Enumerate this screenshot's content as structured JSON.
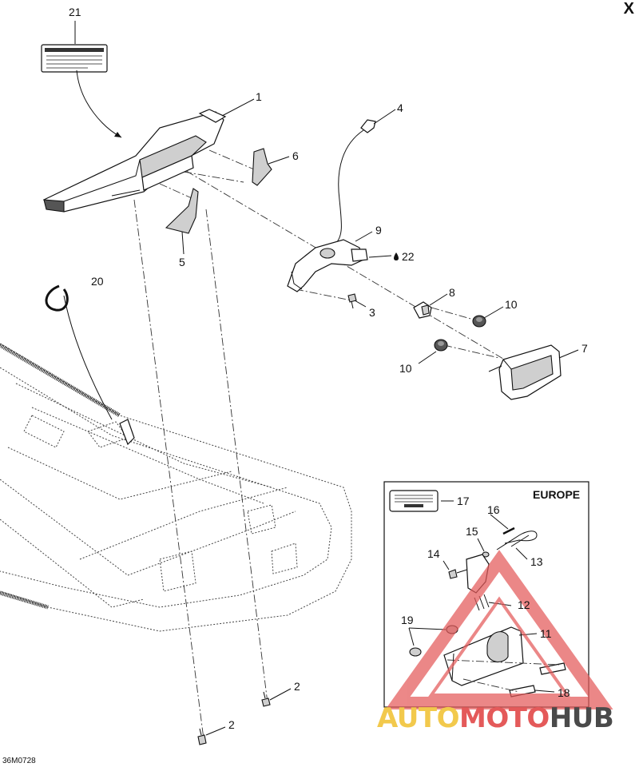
{
  "corner_mark": "X",
  "drawing_code": "36M0728",
  "inset_title": "EUROPE",
  "callouts": {
    "c1": "1",
    "c2a": "2",
    "c2b": "2",
    "c3": "3",
    "c4": "4",
    "c5": "5",
    "c6": "6",
    "c7": "7",
    "c8": "8",
    "c9": "9",
    "c10a": "10",
    "c10b": "10",
    "c11": "11",
    "c12": "12",
    "c13": "13",
    "c14": "14",
    "c15": "15",
    "c16": "16",
    "c17": "17",
    "c18": "18",
    "c19": "19",
    "c20": "20",
    "c21": "21",
    "c22": "22"
  },
  "watermark": {
    "part1": "AUTO",
    "part2": "MOTO",
    "part3": "HUB"
  },
  "colors": {
    "line": "#111111",
    "watermark_yellow": "#f2c94c",
    "watermark_red": "#e45a5a",
    "watermark_dark": "#4a4a4a"
  }
}
